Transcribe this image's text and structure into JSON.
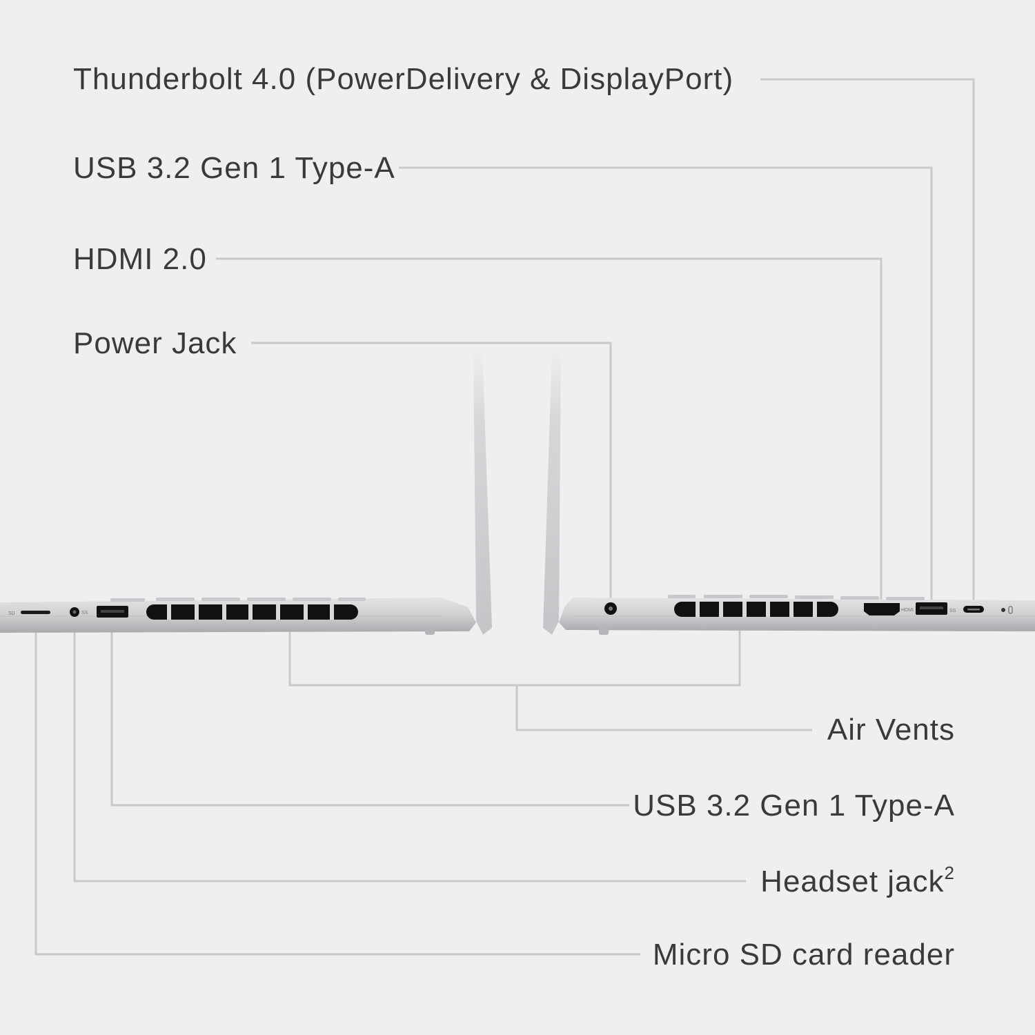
{
  "labels": {
    "thunderbolt": "Thunderbolt 4.0 (PowerDelivery & DisplayPort)",
    "usb_right": "USB 3.2 Gen 1 Type-A",
    "hdmi": "HDMI 2.0",
    "power_jack": "Power Jack",
    "air_vents": "Air Vents",
    "usb_left": "USB 3.2 Gen 1 Type-A",
    "headset": "Headset jack",
    "headset_sup": "2",
    "micro_sd": "Micro SD card reader"
  },
  "port_markings": {
    "sd": "SD",
    "hdmi": "HDMI",
    "ss_left": "SS",
    "ss_right": "SS"
  },
  "colors": {
    "background": "#efefef",
    "leader_line": "#c9c9c9",
    "label_text": "#3a3a3a",
    "laptop_silver": "#cfd0d2",
    "port_black": "#111111"
  }
}
